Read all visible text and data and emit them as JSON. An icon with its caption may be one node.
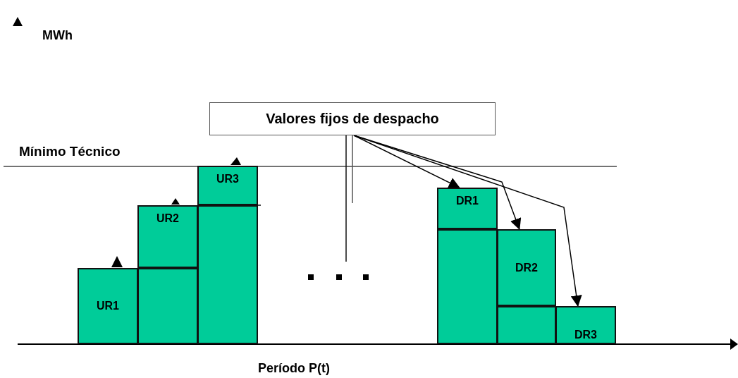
{
  "diagram": {
    "nodes": [
      {
        "text": [
          "Valores fijos de despacho"
        ]
      },
      {
        "text": [
          "UR1"
        ]
      },
      {
        "text": [
          "UR2"
        ]
      },
      {
        "text": [],
        "shape": "box"
      },
      {
        "text": [
          "UR3"
        ]
      },
      {
        "text": [],
        "shape": "box"
      },
      {
        "text": [
          "DR1"
        ]
      },
      {
        "text": [],
        "shape": "box"
      },
      {
        "text": [
          "DR2"
        ]
      },
      {
        "text": [],
        "shape": "box"
      },
      {
        "text": [
          "DR3"
        ]
      }
    ],
    "edges": [
      {
        "from": 0,
        "to": 6,
        "arrow": "to"
      },
      {
        "from": 0,
        "to": 8,
        "arrow": "to"
      },
      {
        "from": 0,
        "to": 10,
        "arrow": "to"
      }
    ],
    "labels": [
      "MWh",
      "Mínimo Técnico",
      "Período P(t)"
    ]
  }
}
